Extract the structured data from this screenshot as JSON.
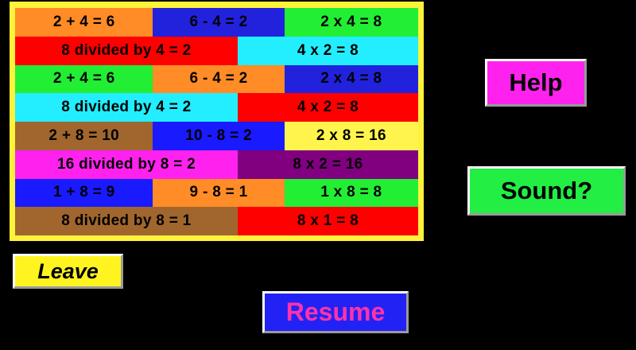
{
  "colors": {
    "background": "#000000",
    "grid_border": "#FFF23A",
    "orange": "#FF8C26",
    "blue": "#2222DD",
    "green": "#22EE33",
    "red": "#FF0000",
    "cyan": "#22EEFF",
    "brown": "#A0662E",
    "yellow": "#FFF44D",
    "magenta": "#FF22EE",
    "purple": "#800080",
    "bright_blue": "#1A1AFF"
  },
  "fact_grid": {
    "rows": [
      {
        "layout": "triple",
        "cells": [
          {
            "text": "2 + 4 = 6",
            "bg": "#FF8C26"
          },
          {
            "text": "6 - 4 = 2",
            "bg": "#2222DD"
          },
          {
            "text": "2 x 4 = 8",
            "bg": "#22EE33"
          }
        ]
      },
      {
        "layout": "double",
        "cells": [
          {
            "text": "8 divided by 4 = 2",
            "bg": "#FF0000"
          },
          {
            "text": "4 x 2 = 8",
            "bg": "#22EEFF"
          }
        ]
      },
      {
        "layout": "triple",
        "cells": [
          {
            "text": "2 + 4 = 6",
            "bg": "#22EE33"
          },
          {
            "text": "6 - 4 = 2",
            "bg": "#FF8C26"
          },
          {
            "text": "2 x 4 = 8",
            "bg": "#2222DD"
          }
        ]
      },
      {
        "layout": "double",
        "cells": [
          {
            "text": "8 divided by 4 = 2",
            "bg": "#22EEFF"
          },
          {
            "text": "4 x 2 = 8",
            "bg": "#FF0000"
          }
        ]
      },
      {
        "layout": "triple",
        "cells": [
          {
            "text": "2 + 8 = 10",
            "bg": "#A0662E"
          },
          {
            "text": "10 - 8 = 2",
            "bg": "#1A1AFF"
          },
          {
            "text": "2 x 8 = 16",
            "bg": "#FFF44D"
          }
        ]
      },
      {
        "layout": "double",
        "cells": [
          {
            "text": "16 divided by 8 = 2",
            "bg": "#FF22EE"
          },
          {
            "text": "8 x 2 = 16",
            "bg": "#800080"
          }
        ]
      },
      {
        "layout": "triple",
        "cells": [
          {
            "text": "1 + 8 = 9",
            "bg": "#1A1AFF"
          },
          {
            "text": "9 - 8 = 1",
            "bg": "#FF8C26"
          },
          {
            "text": "1 x 8 = 8",
            "bg": "#22EE33"
          }
        ]
      },
      {
        "layout": "double",
        "cells": [
          {
            "text": "8 divided by 8 = 1",
            "bg": "#A0662E"
          },
          {
            "text": "8 x 1 = 8",
            "bg": "#FF0000"
          }
        ]
      }
    ]
  },
  "buttons": {
    "help": {
      "label": "Help",
      "bg": "#FF22EE",
      "text_color": "#000000"
    },
    "sound": {
      "label": "Sound?",
      "bg": "#22EE44",
      "text_color": "#000000"
    },
    "leave": {
      "label": "Leave",
      "bg": "#FFF420",
      "text_color": "#000000"
    },
    "resume": {
      "label": "Resume",
      "bg": "#2222F5",
      "text_color": "#FF33AA"
    }
  }
}
